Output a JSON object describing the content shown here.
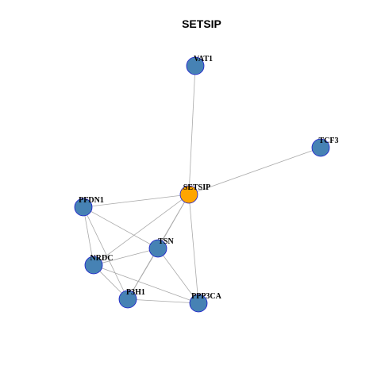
{
  "title": "SETSIP",
  "colors": {
    "node_default": "#4682B4",
    "node_focus": "#FFA500",
    "node_border": "#1a1acc",
    "edge": "#aaaaaa"
  },
  "nodes": [
    {
      "id": "VAT1",
      "label": "VAT1",
      "focus": false
    },
    {
      "id": "TCF3",
      "label": "TCF3",
      "focus": false
    },
    {
      "id": "SETSIP",
      "label": "SETSIP",
      "focus": true
    },
    {
      "id": "PFDN1",
      "label": "PFDN1",
      "focus": false
    },
    {
      "id": "TSN",
      "label": "TSN",
      "focus": false
    },
    {
      "id": "NRDC",
      "label": "NRDC",
      "focus": false
    },
    {
      "id": "P3H1",
      "label": "P3H1",
      "focus": false
    },
    {
      "id": "PPP3CA",
      "label": "PPP3CA",
      "focus": false
    }
  ],
  "edges": [
    [
      "VAT1",
      "SETSIP"
    ],
    [
      "TCF3",
      "SETSIP"
    ],
    [
      "SETSIP",
      "PFDN1"
    ],
    [
      "SETSIP",
      "TSN"
    ],
    [
      "SETSIP",
      "NRDC"
    ],
    [
      "SETSIP",
      "P3H1"
    ],
    [
      "SETSIP",
      "PPP3CA"
    ],
    [
      "PFDN1",
      "TSN"
    ],
    [
      "PFDN1",
      "NRDC"
    ],
    [
      "PFDN1",
      "P3H1"
    ],
    [
      "TSN",
      "NRDC"
    ],
    [
      "TSN",
      "P3H1"
    ],
    [
      "TSN",
      "PPP3CA"
    ],
    [
      "NRDC",
      "P3H1"
    ],
    [
      "NRDC",
      "PPP3CA"
    ],
    [
      "P3H1",
      "PPP3CA"
    ]
  ]
}
